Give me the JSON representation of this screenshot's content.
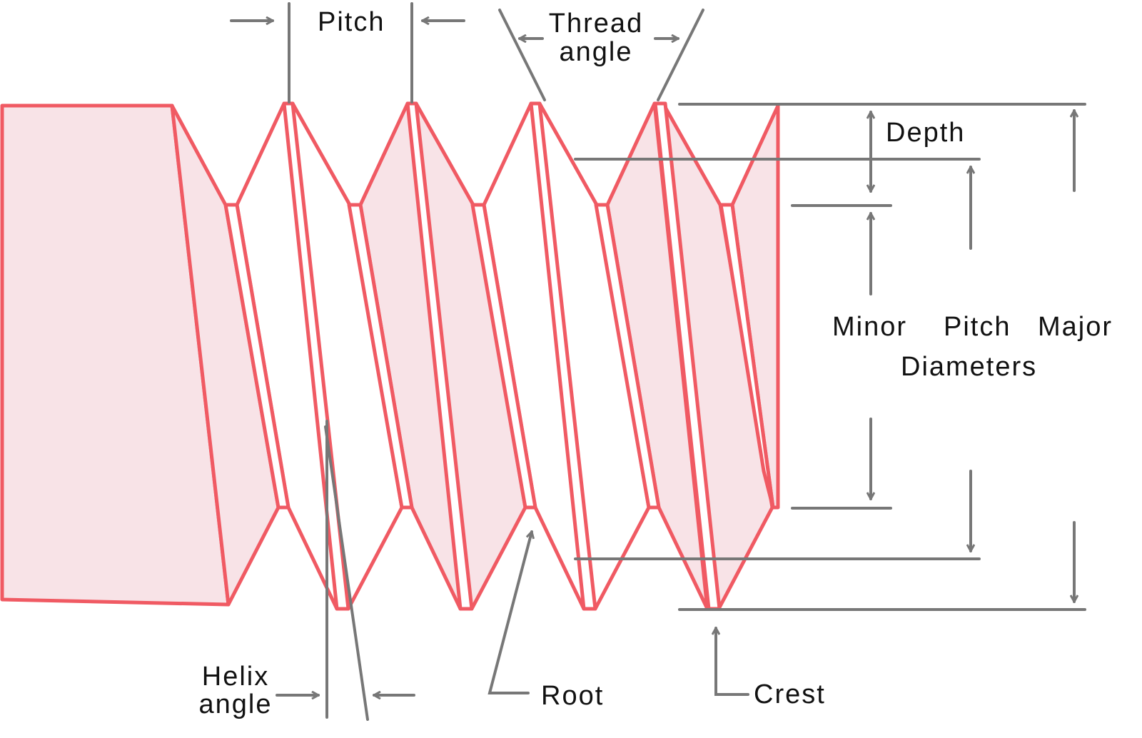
{
  "labels": {
    "pitch_top": "Pitch",
    "thread_angle_1": "Thread",
    "thread_angle_2": "angle",
    "depth": "Depth",
    "minor": "Minor",
    "pitch_diam": "Pitch",
    "major": "Major",
    "diameters": "Diameters",
    "helix_1": "Helix",
    "helix_2": "angle",
    "root": "Root",
    "crest": "Crest"
  },
  "colors": {
    "thread_stroke": "#f05a63",
    "thread_fill": "#f8e3e7",
    "annotation": "#777777"
  }
}
